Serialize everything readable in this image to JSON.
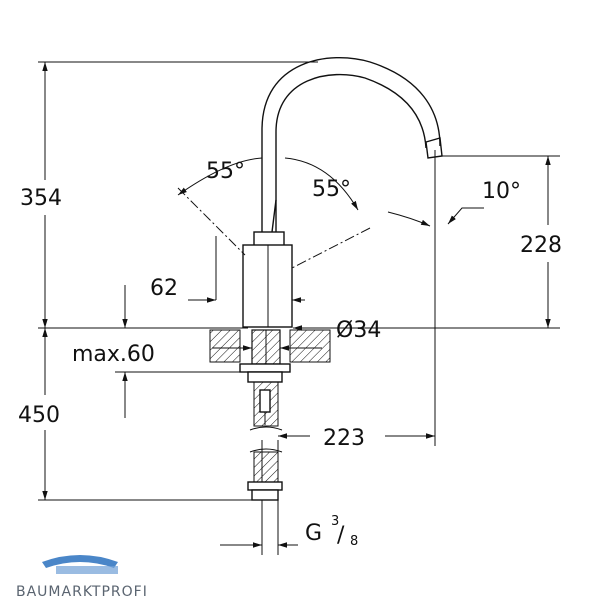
{
  "dimensions": {
    "total_height_above": "354",
    "spout_height": "228",
    "angle_left": "55°",
    "angle_right": "55°",
    "spout_angle": "10°",
    "lever_offset": "62",
    "tap_hole_diameter": "Ø34",
    "max_deck_thickness": "max.60",
    "hose_length": "450",
    "spout_reach": "223",
    "connection_thread": "G",
    "connection_thread_fraction_num": "3",
    "connection_thread_fraction_den": "8"
  },
  "watermark": {
    "text": "BAUMARKTPROFI",
    "colors": {
      "roof": "#4a86c8",
      "text": "#5a6470"
    }
  }
}
